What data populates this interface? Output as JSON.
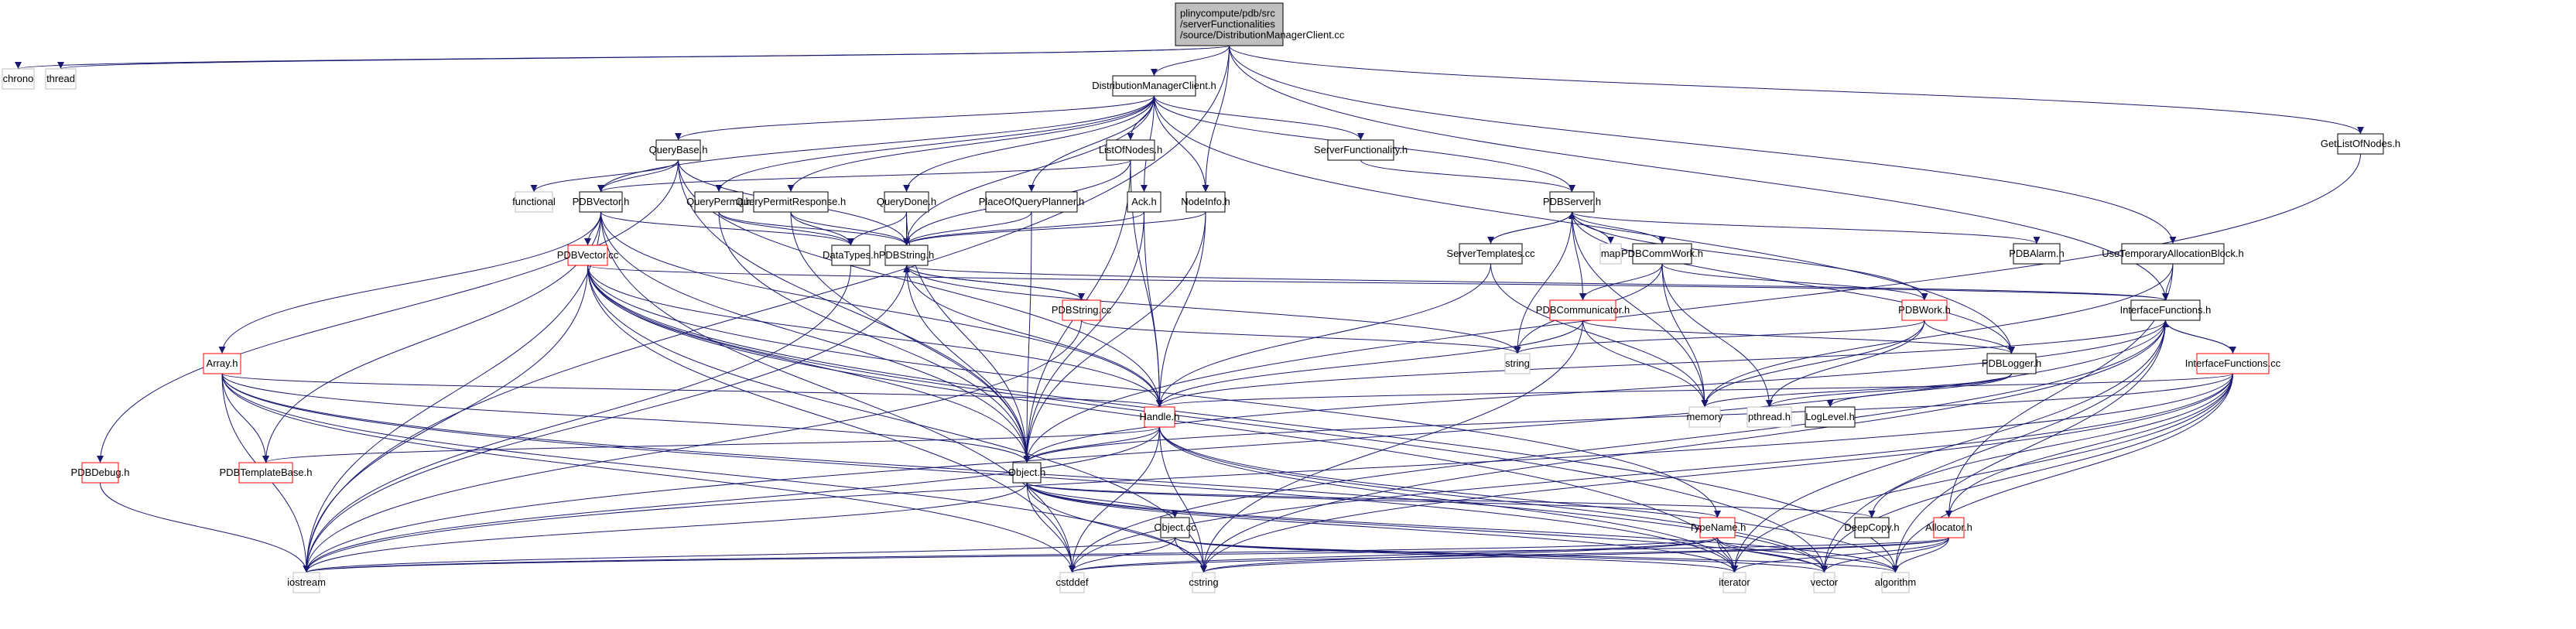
{
  "graph": {
    "title": "Include dependency graph for DistributionManagerClient.cc",
    "edge_color": "#191970",
    "node_border_colors": {
      "normal": "#000000",
      "truncated": "#ff0000",
      "external": "#bfbfbf",
      "root_fill": "#bfbfbf"
    },
    "nodes": [
      {
        "id": "root",
        "label": "plinycompute/pdb/src\n/serverFunctionalities\n/source/DistributionManagerClient.cc",
        "kind": "root"
      },
      {
        "id": "chrono",
        "label": "chrono",
        "kind": "external"
      },
      {
        "id": "thread",
        "label": "thread",
        "kind": "external"
      },
      {
        "id": "DistributionManagerClient_h",
        "label": "DistributionManagerClient.h",
        "kind": "normal"
      },
      {
        "id": "QueryBase_h",
        "label": "QueryBase.h",
        "kind": "normal"
      },
      {
        "id": "functional",
        "label": "functional",
        "kind": "external"
      },
      {
        "id": "ListOfNodes_h",
        "label": "ListOfNodes.h",
        "kind": "normal"
      },
      {
        "id": "ServerFunctionality_h",
        "label": "ServerFunctionality.h",
        "kind": "normal"
      },
      {
        "id": "GetListOfNodes_h",
        "label": "GetListOfNodes.h",
        "kind": "normal"
      },
      {
        "id": "PDBVector_h",
        "label": "PDBVector.h",
        "kind": "normal"
      },
      {
        "id": "QueryPermit_h",
        "label": "QueryPermit.h",
        "kind": "normal"
      },
      {
        "id": "QueryPermitResponse_h",
        "label": "QueryPermitResponse.h",
        "kind": "normal"
      },
      {
        "id": "QueryDone_h",
        "label": "QueryDone.h",
        "kind": "normal"
      },
      {
        "id": "PlaceOfQueryPlanner_h",
        "label": "PlaceOfQueryPlanner.h",
        "kind": "normal"
      },
      {
        "id": "Ack_h",
        "label": "Ack.h",
        "kind": "normal"
      },
      {
        "id": "NodeInfo_h",
        "label": "NodeInfo.h",
        "kind": "normal"
      },
      {
        "id": "PDBServer_h",
        "label": "PDBServer.h",
        "kind": "normal"
      },
      {
        "id": "ServerTemplates_cc",
        "label": "ServerTemplates.cc",
        "kind": "normal"
      },
      {
        "id": "map",
        "label": "map",
        "kind": "external"
      },
      {
        "id": "PDBCommWork_h",
        "label": "PDBCommWork.h",
        "kind": "normal"
      },
      {
        "id": "PDBAlarm_h",
        "label": "PDBAlarm.h",
        "kind": "normal"
      },
      {
        "id": "UseTemporaryAllocationBlock_h",
        "label": "UseTemporaryAllocationBlock.h",
        "kind": "normal"
      },
      {
        "id": "PDBVector_cc",
        "label": "PDBVector.cc",
        "kind": "truncated"
      },
      {
        "id": "DataTypes_h",
        "label": "DataTypes.h",
        "kind": "normal"
      },
      {
        "id": "PDBString_h",
        "label": "PDBString.h",
        "kind": "normal"
      },
      {
        "id": "PDBString_cc",
        "label": "PDBString.cc",
        "kind": "truncated"
      },
      {
        "id": "PDBCommunicator_h",
        "label": "PDBCommunicator.h",
        "kind": "truncated"
      },
      {
        "id": "PDBWork_h",
        "label": "PDBWork.h",
        "kind": "truncated"
      },
      {
        "id": "InterfaceFunctions_h",
        "label": "InterfaceFunctions.h",
        "kind": "normal"
      },
      {
        "id": "string",
        "label": "string",
        "kind": "external"
      },
      {
        "id": "PDBLogger_h",
        "label": "PDBLogger.h",
        "kind": "normal"
      },
      {
        "id": "InterfaceFunctions_cc",
        "label": "InterfaceFunctions.cc",
        "kind": "truncated"
      },
      {
        "id": "Array_h",
        "label": "Array.h",
        "kind": "truncated"
      },
      {
        "id": "Handle_h",
        "label": "Handle.h",
        "kind": "truncated"
      },
      {
        "id": "memory",
        "label": "memory",
        "kind": "external"
      },
      {
        "id": "pthread_h",
        "label": "pthread.h",
        "kind": "external"
      },
      {
        "id": "LogLevel_h",
        "label": "LogLevel.h",
        "kind": "normal"
      },
      {
        "id": "PDBDebug_h",
        "label": "PDBDebug.h",
        "kind": "truncated"
      },
      {
        "id": "PDBTemplateBase_h",
        "label": "PDBTemplateBase.h",
        "kind": "truncated"
      },
      {
        "id": "Object_h",
        "label": "Object.h",
        "kind": "normal"
      },
      {
        "id": "Object_cc",
        "label": "Object.cc",
        "kind": "normal"
      },
      {
        "id": "TypeName_h",
        "label": "TypeName.h",
        "kind": "truncated"
      },
      {
        "id": "DeepCopy_h",
        "label": "DeepCopy.h",
        "kind": "normal"
      },
      {
        "id": "Allocator_h",
        "label": "Allocator.h",
        "kind": "truncated"
      },
      {
        "id": "iostream",
        "label": "iostream",
        "kind": "external"
      },
      {
        "id": "cstddef",
        "label": "cstddef",
        "kind": "external"
      },
      {
        "id": "cstring",
        "label": "cstring",
        "kind": "external"
      },
      {
        "id": "iterator",
        "label": "iterator",
        "kind": "external"
      },
      {
        "id": "vector",
        "label": "vector",
        "kind": "external"
      },
      {
        "id": "algorithm",
        "label": "algorithm",
        "kind": "external"
      }
    ],
    "edges": [
      [
        "root",
        "chrono"
      ],
      [
        "root",
        "thread"
      ],
      [
        "root",
        "DistributionManagerClient_h"
      ],
      [
        "root",
        "iostream"
      ],
      [
        "root",
        "NodeInfo_h"
      ],
      [
        "root",
        "GetListOfNodes_h"
      ],
      [
        "root",
        "UseTemporaryAllocationBlock_h"
      ],
      [
        "root",
        "InterfaceFunctions_h"
      ],
      [
        "DistributionManagerClient_h",
        "QueryBase_h"
      ],
      [
        "DistributionManagerClient_h",
        "ListOfNodes_h"
      ],
      [
        "DistributionManagerClient_h",
        "ServerFunctionality_h"
      ],
      [
        "DistributionManagerClient_h",
        "PDBVector_h"
      ],
      [
        "DistributionManagerClient_h",
        "QueryPermit_h"
      ],
      [
        "DistributionManagerClient_h",
        "QueryPermitResponse_h"
      ],
      [
        "DistributionManagerClient_h",
        "QueryDone_h"
      ],
      [
        "DistributionManagerClient_h",
        "PlaceOfQueryPlanner_h"
      ],
      [
        "DistributionManagerClient_h",
        "Ack_h"
      ],
      [
        "DistributionManagerClient_h",
        "NodeInfo_h"
      ],
      [
        "DistributionManagerClient_h",
        "PDBServer_h"
      ],
      [
        "DistributionManagerClient_h",
        "PDBString_h"
      ],
      [
        "DistributionManagerClient_h",
        "PDBLogger_h"
      ],
      [
        "QueryBase_h",
        "functional"
      ],
      [
        "QueryBase_h",
        "PDBVector_h"
      ],
      [
        "QueryBase_h",
        "PDBString_h"
      ],
      [
        "QueryBase_h",
        "Object_h"
      ],
      [
        "QueryBase_h",
        "PDBDebug_h"
      ],
      [
        "QueryBase_h",
        "Handle_h"
      ],
      [
        "ListOfNodes_h",
        "PDBVector_h"
      ],
      [
        "ListOfNodes_h",
        "PDBString_h"
      ],
      [
        "ListOfNodes_h",
        "Object_h"
      ],
      [
        "ListOfNodes_h",
        "Handle_h"
      ],
      [
        "ServerFunctionality_h",
        "PDBServer_h"
      ],
      [
        "GetListOfNodes_h",
        "Object_h"
      ],
      [
        "PDBVector_h",
        "PDBVector_cc"
      ],
      [
        "PDBVector_h",
        "Array_h"
      ],
      [
        "PDBVector_h",
        "Handle_h"
      ],
      [
        "PDBVector_h",
        "Object_h"
      ],
      [
        "PDBVector_h",
        "PDBTemplateBase_h"
      ],
      [
        "PDBVector_h",
        "iostream"
      ],
      [
        "PDBVector_h",
        "cstddef"
      ],
      [
        "PDBVector_h",
        "DataTypes_h"
      ],
      [
        "QueryPermit_h",
        "DataTypes_h"
      ],
      [
        "QueryPermit_h",
        "PDBString_h"
      ],
      [
        "QueryPermit_h",
        "Object_h"
      ],
      [
        "QueryPermitResponse_h",
        "DataTypes_h"
      ],
      [
        "QueryPermitResponse_h",
        "PDBString_h"
      ],
      [
        "QueryPermitResponse_h",
        "Object_h"
      ],
      [
        "QueryDone_h",
        "DataTypes_h"
      ],
      [
        "QueryDone_h",
        "PDBString_h"
      ],
      [
        "QueryDone_h",
        "Object_h"
      ],
      [
        "PlaceOfQueryPlanner_h",
        "PDBString_h"
      ],
      [
        "PlaceOfQueryPlanner_h",
        "Object_h"
      ],
      [
        "Ack_h",
        "PDBString_h"
      ],
      [
        "Ack_h",
        "Object_h"
      ],
      [
        "Ack_h",
        "Handle_h"
      ],
      [
        "NodeInfo_h",
        "PDBString_h"
      ],
      [
        "NodeInfo_h",
        "Object_h"
      ],
      [
        "NodeInfo_h",
        "Handle_h"
      ],
      [
        "PDBServer_h",
        "ServerTemplates_cc"
      ],
      [
        "PDBServer_h",
        "map"
      ],
      [
        "PDBServer_h",
        "PDBCommWork_h"
      ],
      [
        "PDBServer_h",
        "PDBAlarm_h"
      ],
      [
        "PDBServer_h",
        "PDBCommunicator_h"
      ],
      [
        "PDBServer_h",
        "PDBWork_h"
      ],
      [
        "PDBServer_h",
        "PDBLogger_h"
      ],
      [
        "PDBServer_h",
        "string"
      ],
      [
        "PDBServer_h",
        "memory"
      ],
      [
        "ServerTemplates_cc",
        "PDBServer_h"
      ],
      [
        "ServerTemplates_cc",
        "Handle_h"
      ],
      [
        "ServerTemplates_cc",
        "memory"
      ],
      [
        "PDBCommWork_h",
        "PDBCommunicator_h"
      ],
      [
        "PDBCommWork_h",
        "PDBWork_h"
      ],
      [
        "PDBCommWork_h",
        "string"
      ],
      [
        "PDBCommWork_h",
        "memory"
      ],
      [
        "PDBCommWork_h",
        "pthread_h"
      ],
      [
        "PDBWork_h",
        "PDBLogger_h"
      ],
      [
        "PDBWork_h",
        "string"
      ],
      [
        "PDBWork_h",
        "memory"
      ],
      [
        "PDBWork_h",
        "pthread_h"
      ],
      [
        "PDBCommunicator_h",
        "PDBLogger_h"
      ],
      [
        "PDBCommunicator_h",
        "memory"
      ],
      [
        "PDBCommunicator_h",
        "Handle_h"
      ],
      [
        "PDBCommunicator_h",
        "cstring"
      ],
      [
        "PDBLogger_h",
        "memory"
      ],
      [
        "PDBLogger_h",
        "pthread_h"
      ],
      [
        "PDBLogger_h",
        "LogLevel_h"
      ],
      [
        "UseTemporaryAllocationBlock_h",
        "InterfaceFunctions_h"
      ],
      [
        "UseTemporaryAllocationBlock_h",
        "Allocator_h"
      ],
      [
        "UseTemporaryAllocationBlock_h",
        "memory"
      ],
      [
        "InterfaceFunctions_h",
        "InterfaceFunctions_cc"
      ],
      [
        "InterfaceFunctions_h",
        "Handle_h"
      ],
      [
        "InterfaceFunctions_h",
        "Object_h"
      ],
      [
        "InterfaceFunctions_h",
        "cstddef"
      ],
      [
        "InterfaceFunctions_h",
        "iostream"
      ],
      [
        "InterfaceFunctions_h",
        "vector"
      ],
      [
        "InterfaceFunctions_h",
        "algorithm"
      ],
      [
        "InterfaceFunctions_h",
        "iterator"
      ],
      [
        "InterfaceFunctions_h",
        "cstring"
      ],
      [
        "InterfaceFunctions_cc",
        "InterfaceFunctions_h"
      ],
      [
        "InterfaceFunctions_cc",
        "Object_h"
      ],
      [
        "InterfaceFunctions_cc",
        "Handle_h"
      ],
      [
        "InterfaceFunctions_cc",
        "DeepCopy_h"
      ],
      [
        "InterfaceFunctions_cc",
        "Allocator_h"
      ],
      [
        "InterfaceFunctions_cc",
        "cstddef"
      ],
      [
        "InterfaceFunctions_cc",
        "cstring"
      ],
      [
        "InterfaceFunctions_cc",
        "iterator"
      ],
      [
        "InterfaceFunctions_cc",
        "vector"
      ],
      [
        "InterfaceFunctions_cc",
        "algorithm"
      ],
      [
        "InterfaceFunctions_cc",
        "iostream"
      ],
      [
        "PDBVector_cc",
        "Handle_h"
      ],
      [
        "PDBVector_cc",
        "Object_h"
      ],
      [
        "PDBVector_cc",
        "InterfaceFunctions_h"
      ],
      [
        "PDBVector_cc",
        "iostream"
      ],
      [
        "PDBVector_cc",
        "cstddef"
      ],
      [
        "PDBVector_cc",
        "cstring"
      ],
      [
        "PDBVector_cc",
        "iterator"
      ],
      [
        "PDBVector_cc",
        "vector"
      ],
      [
        "PDBVector_cc",
        "algorithm"
      ],
      [
        "PDBVector_cc",
        "TypeName_h"
      ],
      [
        "DataTypes_h",
        "iostream"
      ],
      [
        "PDBString_h",
        "PDBString_cc"
      ],
      [
        "PDBString_h",
        "Handle_h"
      ],
      [
        "PDBString_h",
        "Object_h"
      ],
      [
        "PDBString_h",
        "string"
      ],
      [
        "PDBString_h",
        "iostream"
      ],
      [
        "PDBString_h",
        "InterfaceFunctions_h"
      ],
      [
        "PDBString_cc",
        "PDBString_h"
      ],
      [
        "PDBString_cc",
        "string"
      ],
      [
        "PDBString_cc",
        "iostream"
      ],
      [
        "Array_h",
        "PDBTemplateBase_h"
      ],
      [
        "Array_h",
        "Handle_h"
      ],
      [
        "Array_h",
        "Object_h"
      ],
      [
        "Array_h",
        "iostream"
      ],
      [
        "Array_h",
        "cstddef"
      ],
      [
        "Array_h",
        "cstring"
      ],
      [
        "Array_h",
        "iterator"
      ],
      [
        "Array_h",
        "vector"
      ],
      [
        "Handle_h",
        "Object_h"
      ],
      [
        "Handle_h",
        "PDBTemplateBase_h"
      ],
      [
        "Handle_h",
        "iostream"
      ],
      [
        "Handle_h",
        "cstddef"
      ],
      [
        "Handle_h",
        "cstring"
      ],
      [
        "Handle_h",
        "iterator"
      ],
      [
        "Handle_h",
        "vector"
      ],
      [
        "Handle_h",
        "algorithm"
      ],
      [
        "Object_h",
        "Object_cc"
      ],
      [
        "Object_h",
        "TypeName_h"
      ],
      [
        "Object_h",
        "DeepCopy_h"
      ],
      [
        "Object_h",
        "iostream"
      ],
      [
        "Object_h",
        "cstddef"
      ],
      [
        "Object_h",
        "cstring"
      ],
      [
        "Object_h",
        "iterator"
      ],
      [
        "Object_h",
        "vector"
      ],
      [
        "Object_h",
        "algorithm"
      ],
      [
        "Object_cc",
        "iostream"
      ],
      [
        "Object_cc",
        "cstddef"
      ],
      [
        "Object_cc",
        "cstring"
      ],
      [
        "Object_cc",
        "iterator"
      ],
      [
        "Object_cc",
        "vector"
      ],
      [
        "Object_cc",
        "algorithm"
      ],
      [
        "TypeName_h",
        "iostream"
      ],
      [
        "TypeName_h",
        "cstddef"
      ],
      [
        "TypeName_h",
        "cstring"
      ],
      [
        "TypeName_h",
        "iterator"
      ],
      [
        "TypeName_h",
        "vector"
      ],
      [
        "TypeName_h",
        "algorithm"
      ],
      [
        "Allocator_h",
        "cstddef"
      ],
      [
        "Allocator_h",
        "iterator"
      ],
      [
        "Allocator_h",
        "vector"
      ],
      [
        "Allocator_h",
        "algorithm"
      ],
      [
        "Allocator_h",
        "cstring"
      ],
      [
        "Allocator_h",
        "iostream"
      ],
      [
        "PDBDebug_h",
        "iostream"
      ]
    ]
  }
}
